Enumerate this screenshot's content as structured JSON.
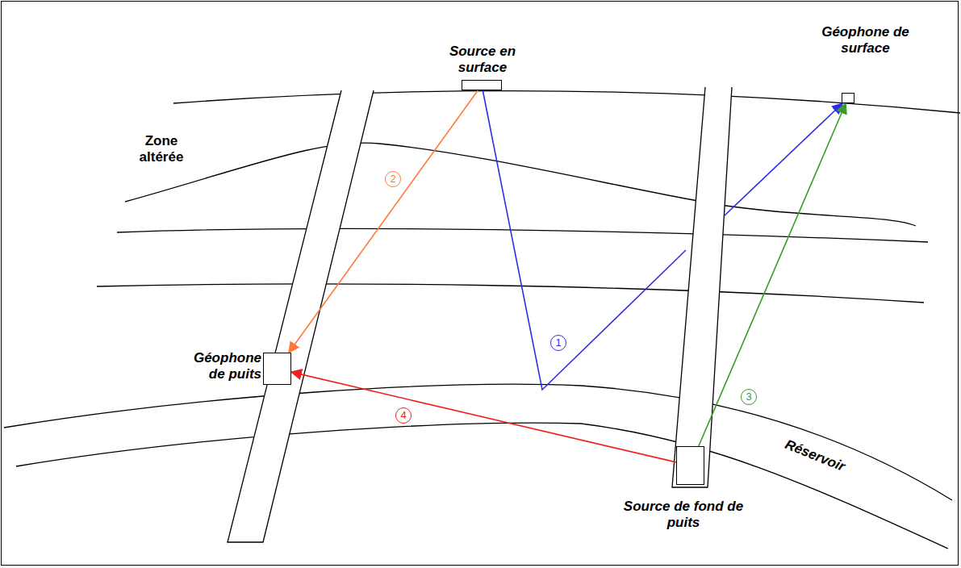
{
  "diagram": {
    "nodes": [
      {
        "text": [
          "Source en surface"
        ]
      },
      {
        "text": [
          "Géophone de surface"
        ]
      },
      {
        "text": [
          "Géophone de puits"
        ]
      },
      {
        "text": [
          "Source de fond de puits"
        ]
      }
    ],
    "edges": [
      {
        "from": 0,
        "to": 1,
        "arrow": "to",
        "label": "1"
      },
      {
        "from": 0,
        "to": 2,
        "arrow": "to",
        "label": "2"
      },
      {
        "from": 3,
        "to": 1,
        "arrow": "to",
        "label": "3"
      },
      {
        "from": 3,
        "to": 2,
        "arrow": "to",
        "label": "4"
      }
    ],
    "labels": [
      "Zone altérée",
      "Réservoir"
    ]
  }
}
